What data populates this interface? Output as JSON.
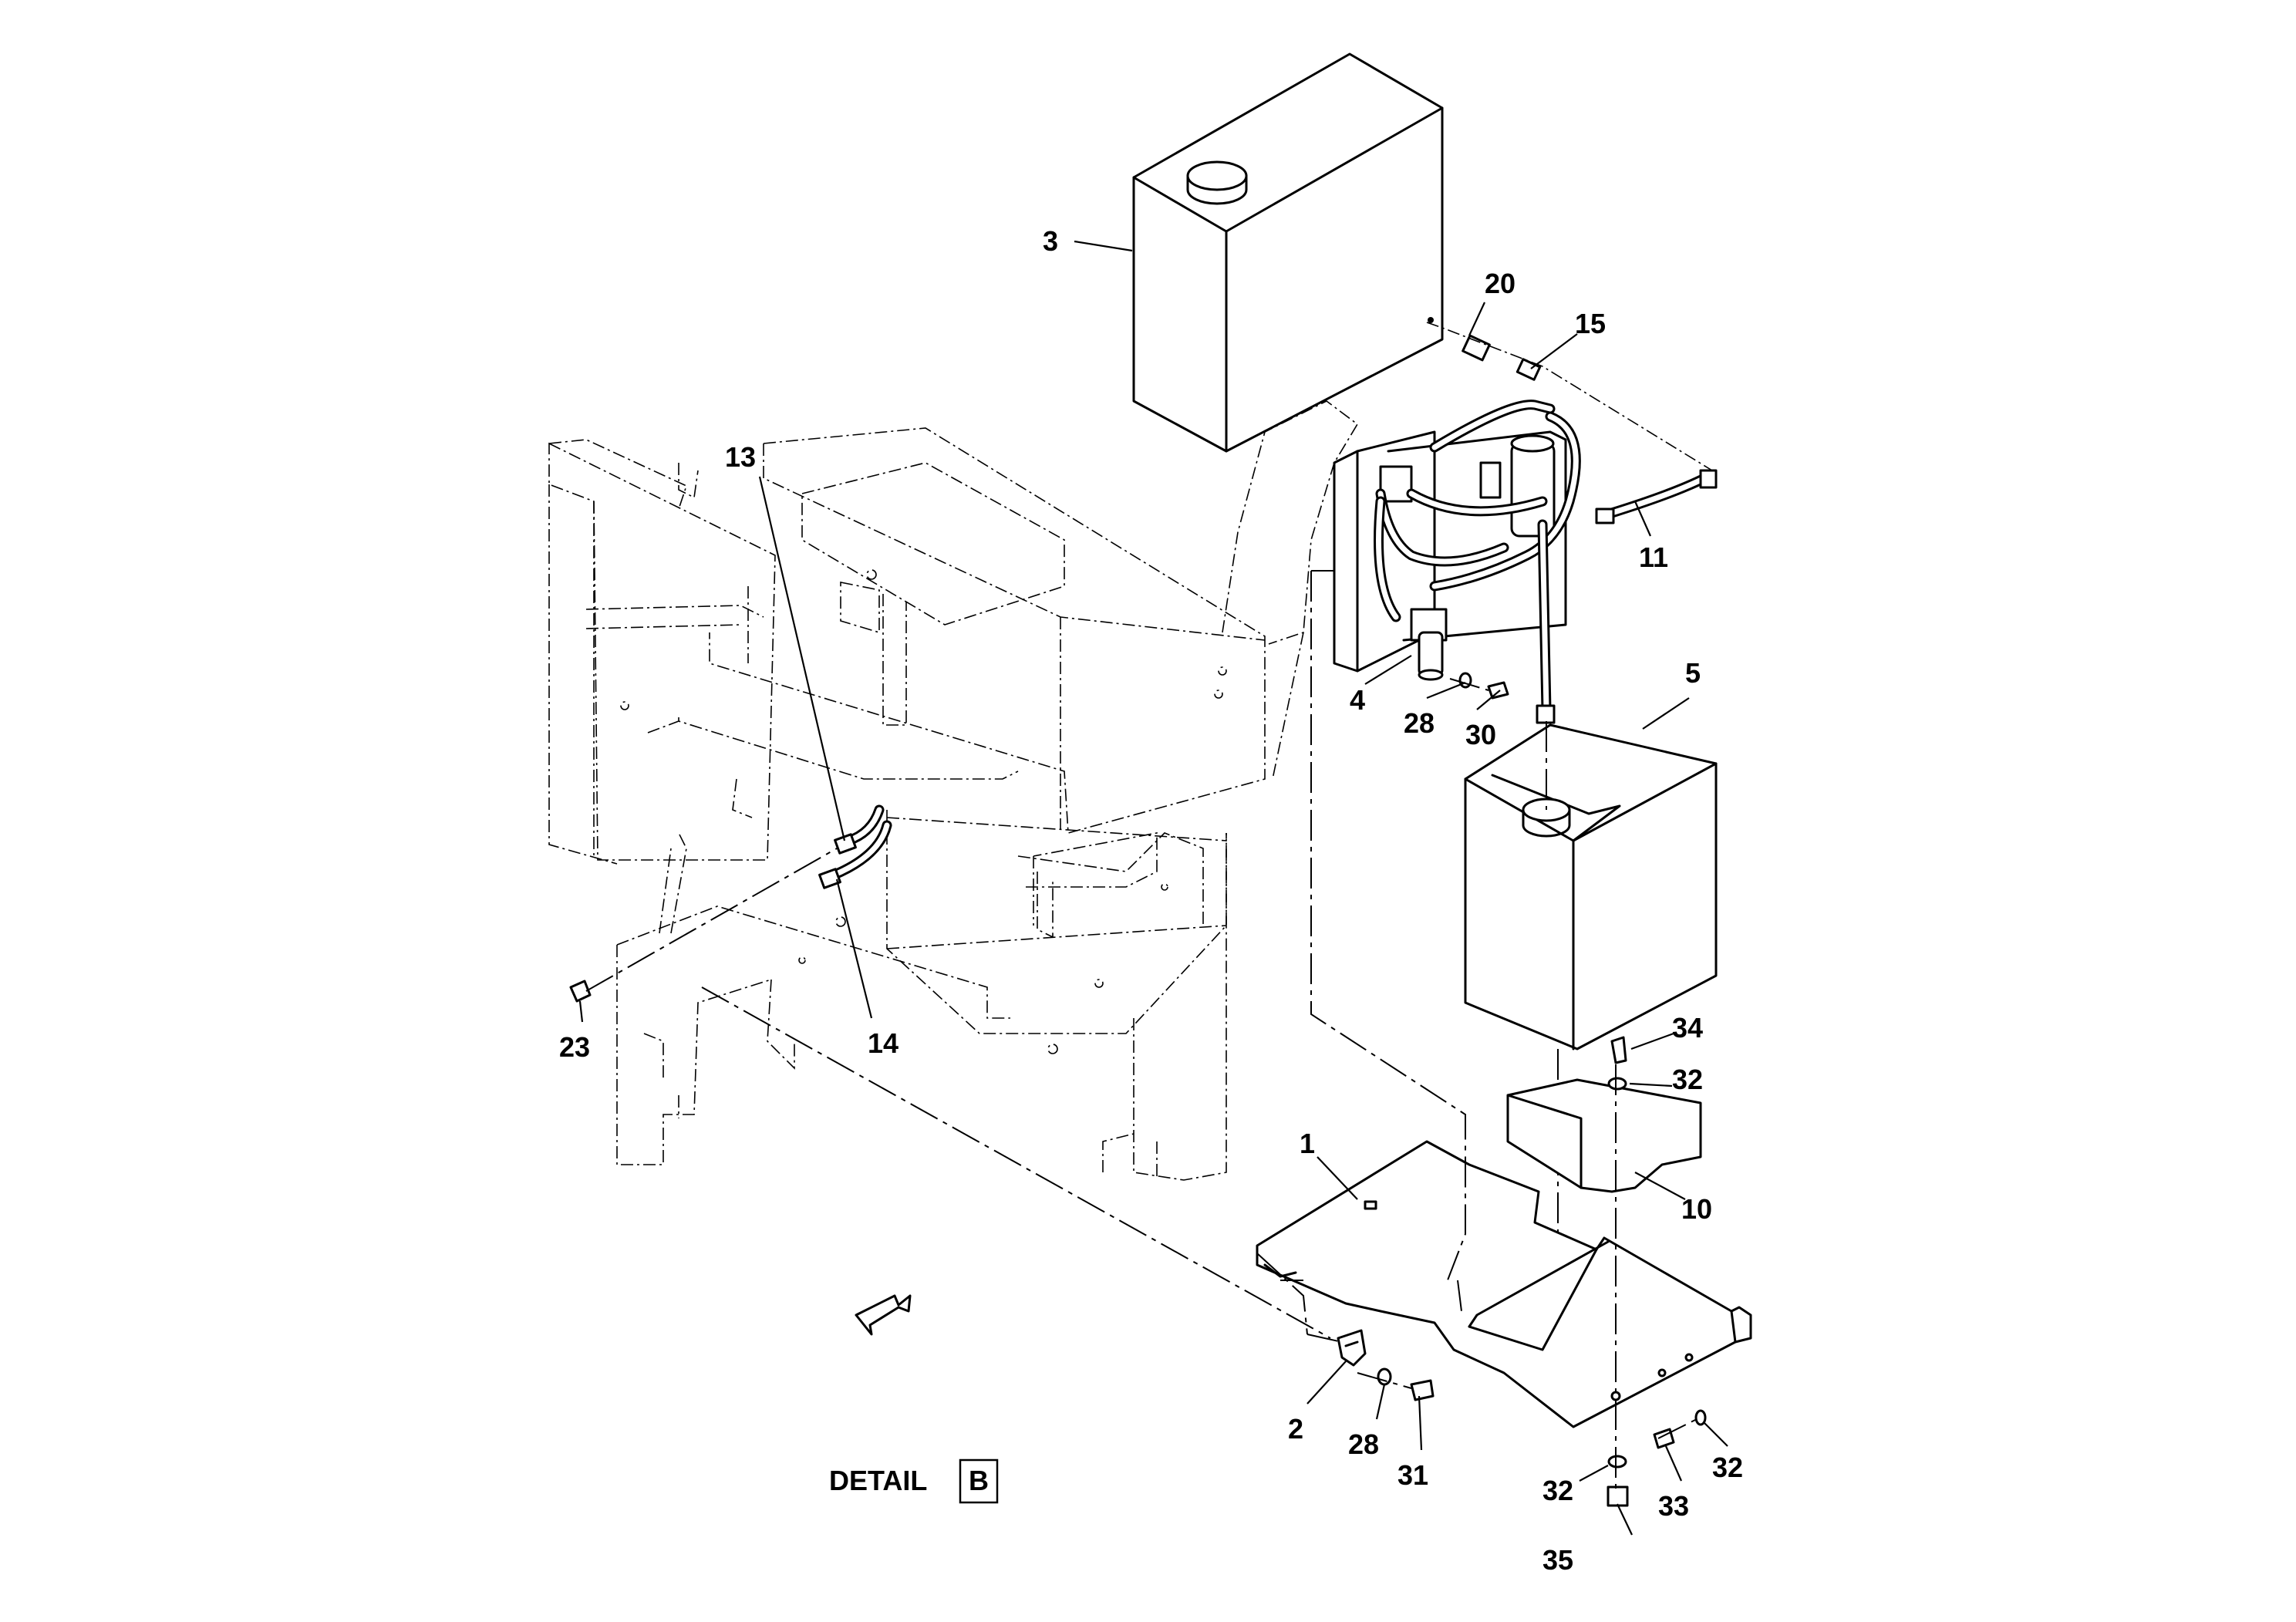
{
  "detail": {
    "label": "DETAIL",
    "letter": "B"
  },
  "callouts": {
    "c1": "1",
    "c2": "2",
    "c3": "3",
    "c4": "4",
    "c5": "5",
    "c10": "10",
    "c11": "11",
    "c13": "13",
    "c14": "14",
    "c15": "15",
    "c20": "20",
    "c23": "23",
    "c28a": "28",
    "c28b": "28",
    "c30": "30",
    "c31": "31",
    "c32a": "32",
    "c32b": "32",
    "c32c": "32",
    "c33": "33",
    "c34": "34",
    "c35": "35"
  }
}
